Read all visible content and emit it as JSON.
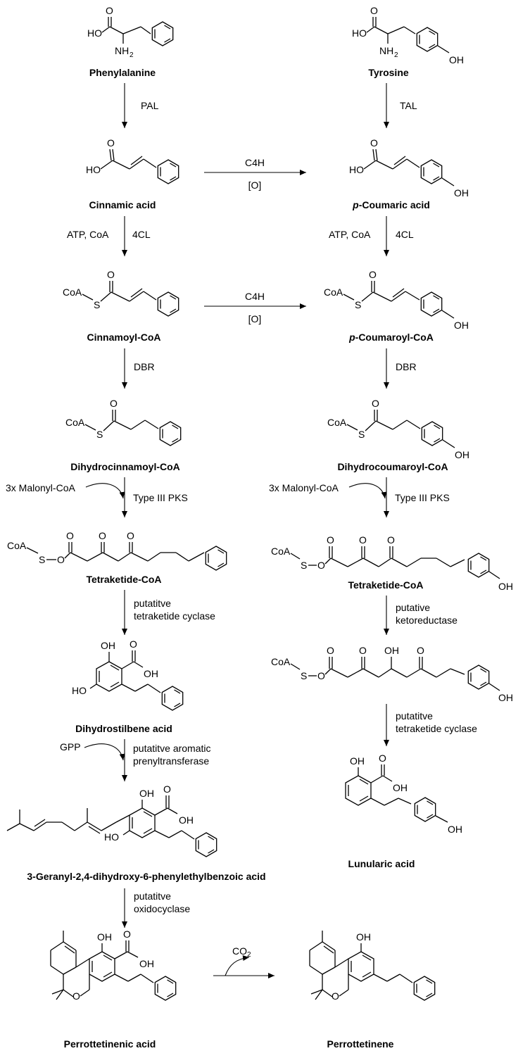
{
  "compounds": {
    "phenylalanine": "Phenylalanine",
    "tyrosine": "Tyrosine",
    "cinnamic": "Cinnamic acid",
    "coumaric_prefix": "p",
    "coumaric_rest": "-Coumaric acid",
    "cinnamoyl": "Cinnamoyl-CoA",
    "coumaroyl_prefix": "p",
    "coumaroyl_rest": "-Coumaroyl-CoA",
    "dihydrocinnamoyl": "Dihydrocinnamoyl-CoA",
    "dihydrocoumaroyl": "Dihydrocoumaroyl-CoA",
    "tetraketide_left": "Tetraketide-CoA",
    "tetraketide_right": "Tetraketide-CoA",
    "dihydrostilbene": "Dihydrostilbene acid",
    "lunularic": "Lunularic acid",
    "geranyl": "3-Geranyl-2,4-dihydroxy-6-phenylethylbenzoic acid",
    "perrottetinenic": "Perrottetinenic acid",
    "perrottetinene": "Perrottetinene"
  },
  "enzymes": {
    "pal": "PAL",
    "tal": "TAL",
    "c4h_1": "C4H",
    "ox_1": "[O]",
    "c4h_2": "C4H",
    "ox_2": "[O]",
    "atp_coa_left": "ATP,  CoA",
    "fourcl_left": "4CL",
    "atp_coa_right": "ATP,  CoA",
    "fourcl_right": "4CL",
    "dbr_left": "DBR",
    "dbr_right": "DBR",
    "malonyl_left": "3x Malonyl-CoA",
    "pks_left": "Type III PKS",
    "malonyl_right": "3x Malonyl-CoA",
    "pks_right": "Type III PKS",
    "cyclase_left_1": "putatitve",
    "cyclase_left_2": "tetraketide cyclase",
    "ketored_1": "putative",
    "ketored_2": "ketoreductase",
    "cyclase_right_1": "putatitve",
    "cyclase_right_2": "tetraketide cyclase",
    "gpp": "GPP",
    "prenyl_1": "putatitve aromatic",
    "prenyl_2": "prenyltransferase",
    "oxido_1": "putatitve",
    "oxido_2": "oxidocyclase",
    "co2_main": "CO",
    "co2_sub": "2"
  },
  "atoms": {
    "o": "O",
    "ho": "HO",
    "oh": "OH",
    "nh": "NH",
    "h2": "2",
    "coa": "CoA",
    "s": "S"
  }
}
